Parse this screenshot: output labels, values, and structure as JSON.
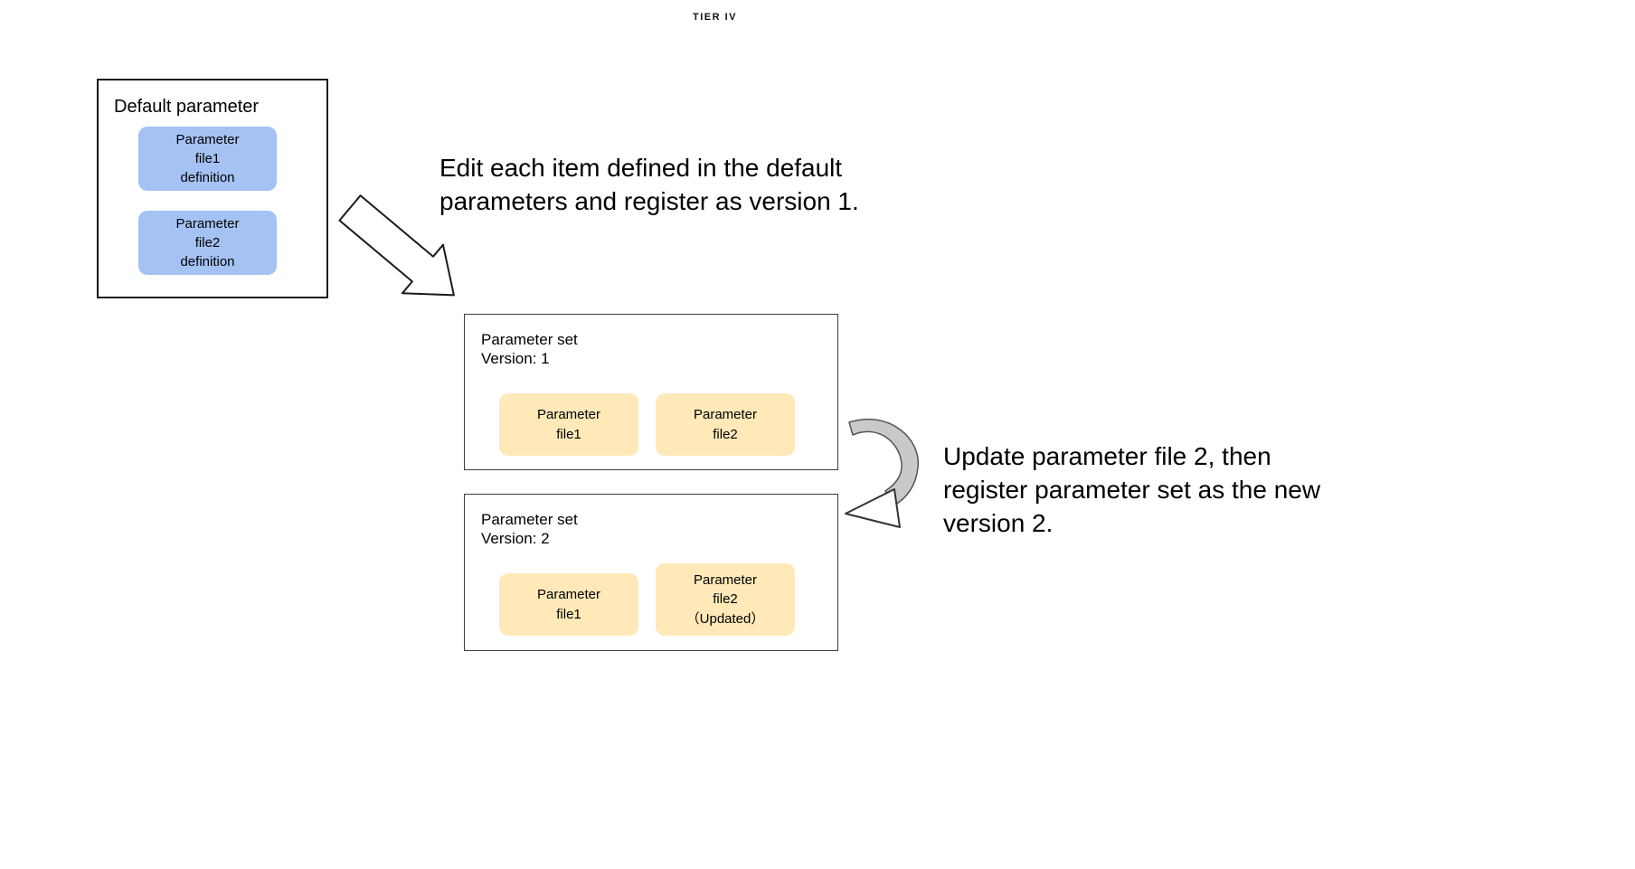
{
  "brand": "TIER IV",
  "colors": {
    "blue_fill": "#a4c2f4",
    "yellow_fill": "#ffe9b8",
    "box_border": "#1a1a1a"
  },
  "default_box": {
    "title": "Default parameter",
    "file1_label": "Parameter\nfile1\ndefinition",
    "file2_label": "Parameter\nfile2\ndefinition"
  },
  "annotations": {
    "step1": "Edit each item defined in the default\nparameters and register as version 1.",
    "step2": "Update parameter file 2, then\nregister parameter set as the new\nversion 2."
  },
  "version1_box": {
    "title": "Parameter set",
    "version_label": "Version: 1",
    "file1_label": "Parameter\nfile1",
    "file2_label": "Parameter\nfile2"
  },
  "version2_box": {
    "title": "Parameter set",
    "version_label": "Version: 2",
    "file1_label": "Parameter\nfile1",
    "file2_label": "Parameter\nfile2\n（Updated）"
  },
  "icons": {
    "block_arrow": "block-arrow-icon",
    "curved_arrow": "curved-arrow-icon"
  }
}
